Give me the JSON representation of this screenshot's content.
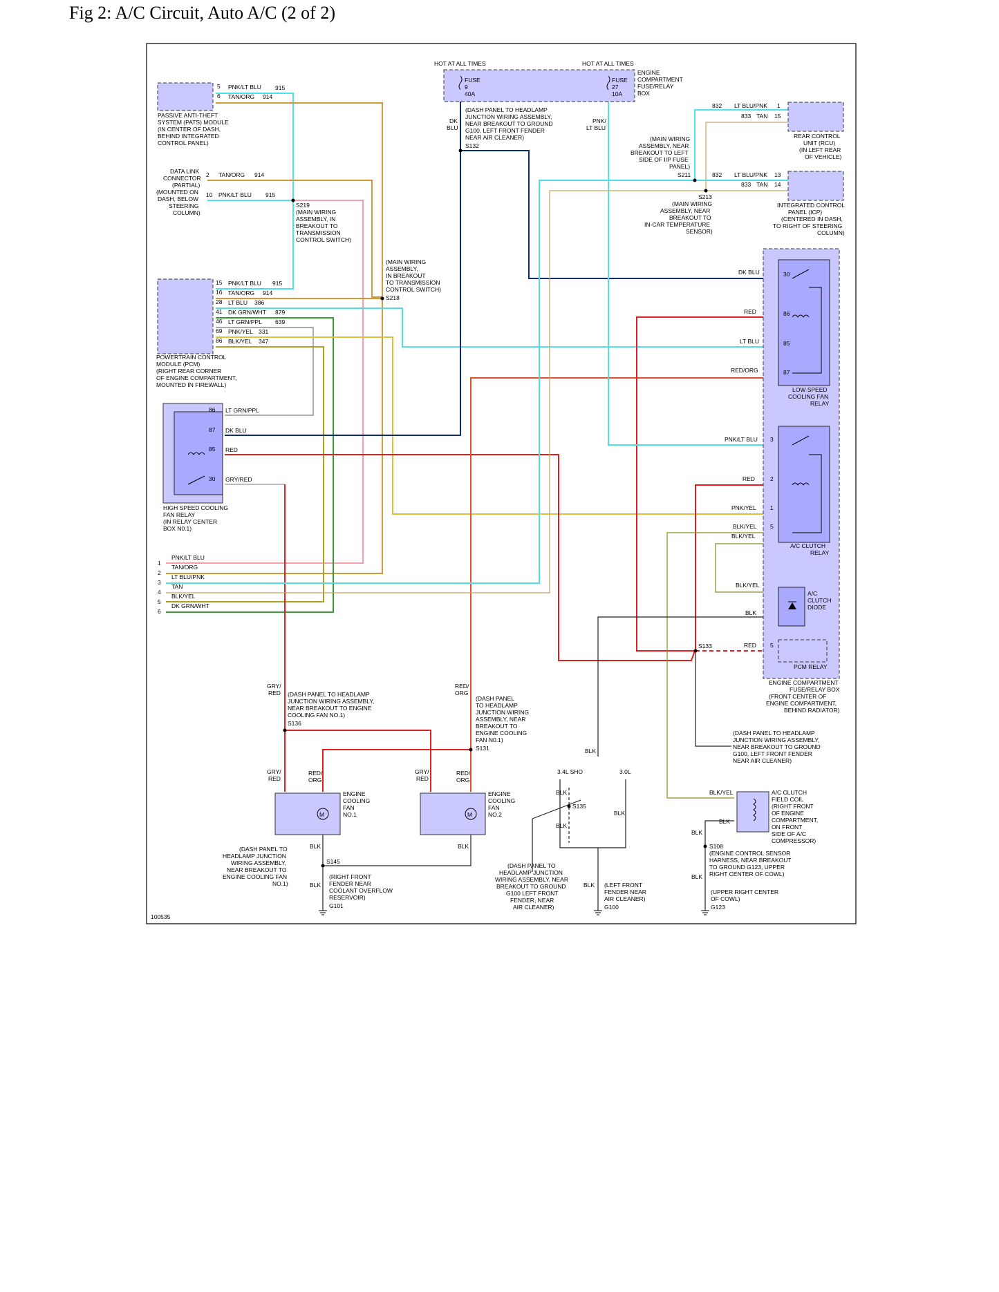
{
  "title": "Fig 2: A/C Circuit, Auto A/C (2 of 2)",
  "figure_id": "100535",
  "colors": {
    "cyan": "#4fe0e8",
    "tan": "#c8a060",
    "tanorg": "#d09a3a",
    "pink": "#f0a0b0",
    "green": "#3a9a3a",
    "yellow": "#e0c040",
    "red": "#e02020",
    "redorg": "#e0502a",
    "dkblu": "#0a2a7a",
    "gray": "#999999",
    "black": "#222222",
    "module_fill": "#c9c9ff"
  },
  "fuse_box": {
    "hot1": "HOT AT ALL TIMES",
    "hot2": "HOT AT ALL TIMES",
    "fuse1": [
      "FUSE",
      "9",
      "40A"
    ],
    "fuse2": [
      "FUSE",
      "27",
      "10A"
    ],
    "label": [
      "ENGINE",
      "COMPARTMENT",
      "FUSE/RELAY",
      "BOX"
    ],
    "note": [
      "(DASH PANEL TO HEADLAMP",
      "JUNCTION WIRING ASSEMBLY,",
      "NEAR BREAKOUT TO GROUND",
      "G100, LEFT FRONT FENDER",
      "NEAR AIR CLEANER)"
    ],
    "s132": "S132",
    "dkblu": [
      "DK",
      "BLU"
    ],
    "pnkltblu": [
      "PNK/",
      "LT BLU"
    ]
  },
  "pats": {
    "pins": [
      {
        "n": "5",
        "c": "PNK/LT BLU",
        "id": "915"
      },
      {
        "n": "6",
        "c": "TAN/ORG",
        "id": "914"
      }
    ],
    "label": [
      "PASSIVE ANTI-THEFT",
      "SYSTEM (PATS) MODULE",
      "(IN CENTER OF DASH,",
      "BEHIND INTEGRATED",
      "CONTROL PANEL)"
    ]
  },
  "dlc": {
    "label": [
      "DATA LINK",
      "CONNECTOR",
      "(PARTIAL)",
      "(MOUNTED ON",
      "DASH, BELOW",
      "STEERING",
      "COLUMN)"
    ],
    "pins": [
      {
        "n": "2",
        "c": "TAN/ORG",
        "id": "914"
      },
      {
        "n": "10",
        "c": "PNK/LT BLU",
        "id": "915"
      }
    ]
  },
  "s219": [
    "S219",
    "(MAIN WIRING",
    "ASSEMBLY, IN",
    "BREAKOUT TO",
    "TRANSMISSION",
    "CONTROL SWITCH)"
  ],
  "s218": [
    "(MAIN WIRING",
    "ASSEMBLY,",
    "IN BREAKOUT",
    "TO TRANSMISSION",
    "CONTROL SWITCH)",
    "S218"
  ],
  "pcm": {
    "pins": [
      {
        "n": "15",
        "c": "PNK/LT BLU",
        "id": "915"
      },
      {
        "n": "16",
        "c": "TAN/ORG",
        "id": "914"
      },
      {
        "n": "28",
        "c": "LT BLU",
        "id": "386"
      },
      {
        "n": "41",
        "c": "DK GRN/WHT",
        "id": "879"
      },
      {
        "n": "46",
        "c": "LT GRN/PPL",
        "id": "639"
      },
      {
        "n": "69",
        "c": "PNK/YEL",
        "id": "331"
      },
      {
        "n": "86",
        "c": "BLK/YEL",
        "id": "347"
      }
    ],
    "label": [
      "POWERTRAIN CONTROL",
      "MODULE (PCM)",
      "(RIGHT REAR CORNER",
      "OF ENGINE COMPARTMENT,",
      "MOUNTED IN FIREWALL)"
    ]
  },
  "hs_relay": {
    "pins": [
      {
        "n": "86",
        "c": "LT GRN/PPL"
      },
      {
        "n": "87",
        "c": "DK BLU"
      },
      {
        "n": "85",
        "c": "RED"
      },
      {
        "n": "30",
        "c": "GRY/RED"
      }
    ],
    "label": [
      "HIGH SPEED COOLING",
      "FAN RELAY",
      "(IN RELAY CENTER",
      "BOX N0.1)"
    ]
  },
  "rcu": {
    "pins": [
      {
        "id": "832",
        "c": "LT BLU/PNK",
        "n": "1"
      },
      {
        "id": "833",
        "c": "TAN",
        "n": "15"
      }
    ],
    "label": [
      "REAR CONTROL",
      "UNIT (RCU)",
      "(IN LEFT REAR",
      "OF VEHICLE)"
    ]
  },
  "s211": [
    "(MAIN WIRING",
    "ASSEMBLY, NEAR",
    "BREAKOUT TO LEFT",
    "SIDE OF I/P FUSE",
    "PANEL)",
    "S211"
  ],
  "icp": {
    "pins": [
      {
        "id": "832",
        "c": "LT BLU/PNK",
        "n": "13"
      },
      {
        "id": "833",
        "c": "TAN",
        "n": "14"
      }
    ],
    "label": [
      "INTEGRATED CONTROL",
      "PANEL (ICP)",
      "(CENTERED IN DASH,",
      "TO RIGHT OF STEERING",
      "COLUMN)"
    ]
  },
  "s213": [
    "S213",
    "(MAIN WIRING",
    "ASSEMBLY, NEAR",
    "BREAKOUT TO",
    "IN-CAR TEMPERATURE",
    "SENSOR)"
  ],
  "ls_relay": {
    "pins": [
      {
        "c": "DK BLU",
        "n": "30"
      },
      {
        "c": "RED",
        "n": "86"
      },
      {
        "c": "LT BLU",
        "n": "85"
      },
      {
        "c": "RED/ORG",
        "n": "87"
      }
    ],
    "label": [
      "LOW SPEED",
      "COOLING FAN",
      "RELAY"
    ]
  },
  "ac_relay": {
    "pins": [
      {
        "c": "PNK/LT BLU",
        "n": "3"
      },
      {
        "c": "RED",
        "n": "2"
      },
      {
        "c": "PNK/YEL",
        "n": "1"
      },
      {
        "c": "BLK/YEL",
        "n": "5"
      }
    ],
    "label": [
      "A/C CLUTCH",
      "RELAY"
    ],
    "blkyel": "BLK/YEL"
  },
  "diode": {
    "label": [
      "A/C",
      "CLUTCH",
      "DIODE"
    ],
    "w1": "BLK/YEL",
    "w2": "BLK"
  },
  "pcm_relay": {
    "label": "PCM RELAY",
    "s133": "S133",
    "c": "RED",
    "n": "5"
  },
  "ecfrb": [
    "ENGINE COMPARTMENT",
    "FUSE/RELAY BOX",
    "(FRONT CENTER OF",
    "ENGINE COMPARTMENT,",
    "BEHIND RADIATOR)"
  ],
  "connector_left": {
    "rows": [
      {
        "n": "1",
        "c": "PNK/LT BLU"
      },
      {
        "n": "2",
        "c": "TAN/ORG"
      },
      {
        "n": "3",
        "c": "LT BLU/PNK"
      },
      {
        "n": "4",
        "c": "TAN"
      },
      {
        "n": "5",
        "c": "BLK/YEL"
      },
      {
        "n": "6",
        "c": "DK GRN/WHT"
      }
    ]
  },
  "s136": [
    "GRY/",
    "RED",
    "(DASH PANEL TO HEADLAMP",
    "JUNCTION WIRING ASSEMBLY,",
    "NEAR BREAKOUT TO ENGINE",
    "COOLING FAN NO.1)",
    "S136"
  ],
  "s131": [
    "RED/",
    "ORG",
    "(DASH PANEL",
    "TO HEADLAMP",
    "JUNCTION WIRING",
    "ASSEMBLY, NEAR",
    "BREAKOUT TO",
    "ENGINE COOLING",
    "FAN N0.1)",
    "S131"
  ],
  "fan1": {
    "label": [
      "ENGINE",
      "COOLING",
      "FAN",
      "NO.1"
    ],
    "w1": [
      "GRY/",
      "RED"
    ],
    "w2": [
      "RED/",
      "ORG"
    ],
    "m": "M",
    "blk": "BLK"
  },
  "fan2": {
    "label": [
      "ENGINE",
      "COOLING",
      "FAN",
      "NO.2"
    ],
    "w1": [
      "GRY/",
      "RED"
    ],
    "w2": [
      "RED/",
      "ORG"
    ],
    "m": "M",
    "blk": "BLK"
  },
  "s145": [
    "(DASH PANEL TO",
    "HEADLAMP JUNCTION",
    "WIRING ASSEMBLY,",
    "NEAR BREAKOUT TO",
    "ENGINE COOLING FAN",
    "NO.1)"
  ],
  "s145_label": "S145",
  "g101": [
    "(RIGHT FRONT",
    "FENDER NEAR",
    "COOLANT OVERFLOW",
    "RESERVOIR)",
    "G101"
  ],
  "g100": {
    "sho": "3.4L SHO",
    "l30": "3.0L",
    "s135": "S135",
    "note": [
      "(DASH PANEL TO",
      "HEADLAMP JUNCTION",
      "WIRING ASSEMBLY, NEAR",
      "BREAKOUT TO GROUND",
      "G100 LEFT FRONT",
      "FENDER, NEAR",
      "AIR CLEANER)"
    ],
    "loc": [
      "(LEFT FRONT",
      "FENDER NEAR",
      "AIR CLEANER)",
      "G100"
    ],
    "blk": "BLK"
  },
  "s133_note": [
    "(DASH PANEL TO HEADLAMP",
    "JUNCTION WIRING ASSEMBLY,",
    "NEAR BREAKOUT TO GROUND",
    "G100, LEFT FRONT FENDER",
    "NEAR AIR CLEANER)"
  ],
  "clutch": {
    "label": [
      "A/C CLUTCH",
      "FIELD COIL",
      "(RIGHT FRONT",
      "OF ENGINE",
      "COMPARTMENT,",
      "ON FRONT",
      "SIDE OF A/C",
      "COMPRESSOR)"
    ],
    "w1": "BLK/YEL",
    "w2": "BLK"
  },
  "s108": [
    "S108",
    "(ENGINE CONTROL SENSOR",
    "HARNESS, NEAR BREAKOUT",
    "TO GROUND G123, UPPER",
    "RIGHT CENTER OF COWL)"
  ],
  "g123": [
    "(UPPER RIGHT CENTER",
    "OF COWL)",
    "G123"
  ]
}
